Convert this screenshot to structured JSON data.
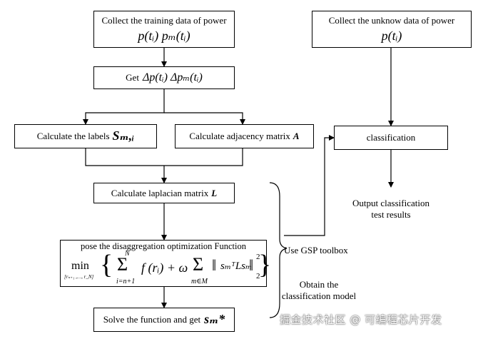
{
  "boxes": {
    "collect_training": {
      "title": "Collect the training data of power",
      "formula": "p(tᵢ)  pₘ(tᵢ)"
    },
    "collect_unknown": {
      "title": "Collect the unknow data of power",
      "formula": "p(tᵢ)"
    },
    "get_delta": {
      "prefix": "Get",
      "formula": "Δp(tᵢ)  Δpₘ(tᵢ)"
    },
    "labels": {
      "title": "Calculate the labels",
      "formula": "Sₘ,ᵢ"
    },
    "adjacency": {
      "title": "Calculate adjacency matrix",
      "symbol": "A"
    },
    "laplacian": {
      "title": "Calculate laplacian matrix",
      "symbol": "L"
    },
    "optimization": {
      "title": "pose the disaggregation optimization Function",
      "min_label": "min",
      "min_sub": "[rₙ₊₁ ,…, r_N]",
      "sum_top": "N",
      "sum_bottom": "i=n+1",
      "term1": "f (rᵢ) + ω",
      "sum2_bottom": "m∈M",
      "norm_body": "sₘᵀLsₘ",
      "norm_sup": "2",
      "norm_sub": "2"
    },
    "solve": {
      "title": "Solve the function and get",
      "formula": "sₘ*"
    },
    "classification": {
      "title": "classification"
    }
  },
  "labels": {
    "output_line1": "Output classification",
    "output_line2": "test results",
    "gsp_toolbox": "Use GSP toolbox",
    "obtain_line1": "Obtain the",
    "obtain_line2": "classification model"
  },
  "watermark": "掘金技术社区 @ 可编程芯片开发"
}
